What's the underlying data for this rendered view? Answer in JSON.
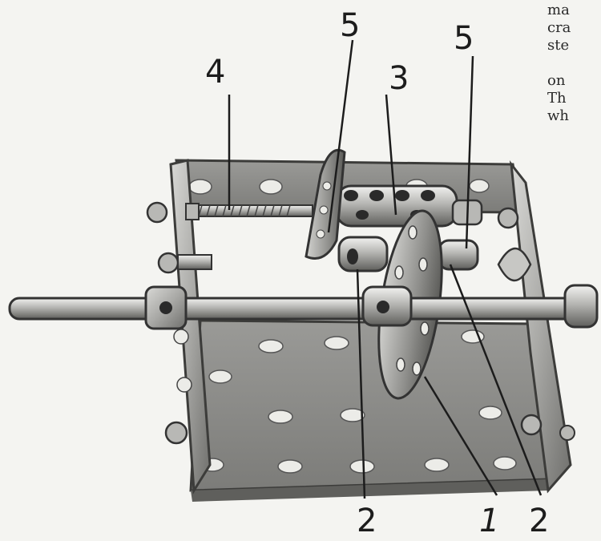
{
  "callouts": {
    "label_4": "4",
    "label_5_left": "5",
    "label_3": "3",
    "label_5_right": "5",
    "label_2_left": "2",
    "label_1": "1",
    "label_2_right": "2"
  },
  "side_text": {
    "line_1": "ma",
    "line_2": "cra",
    "line_3": "ste",
    "line_4": "",
    "line_5": "on",
    "line_6": "Th",
    "line_7": "wh"
  }
}
